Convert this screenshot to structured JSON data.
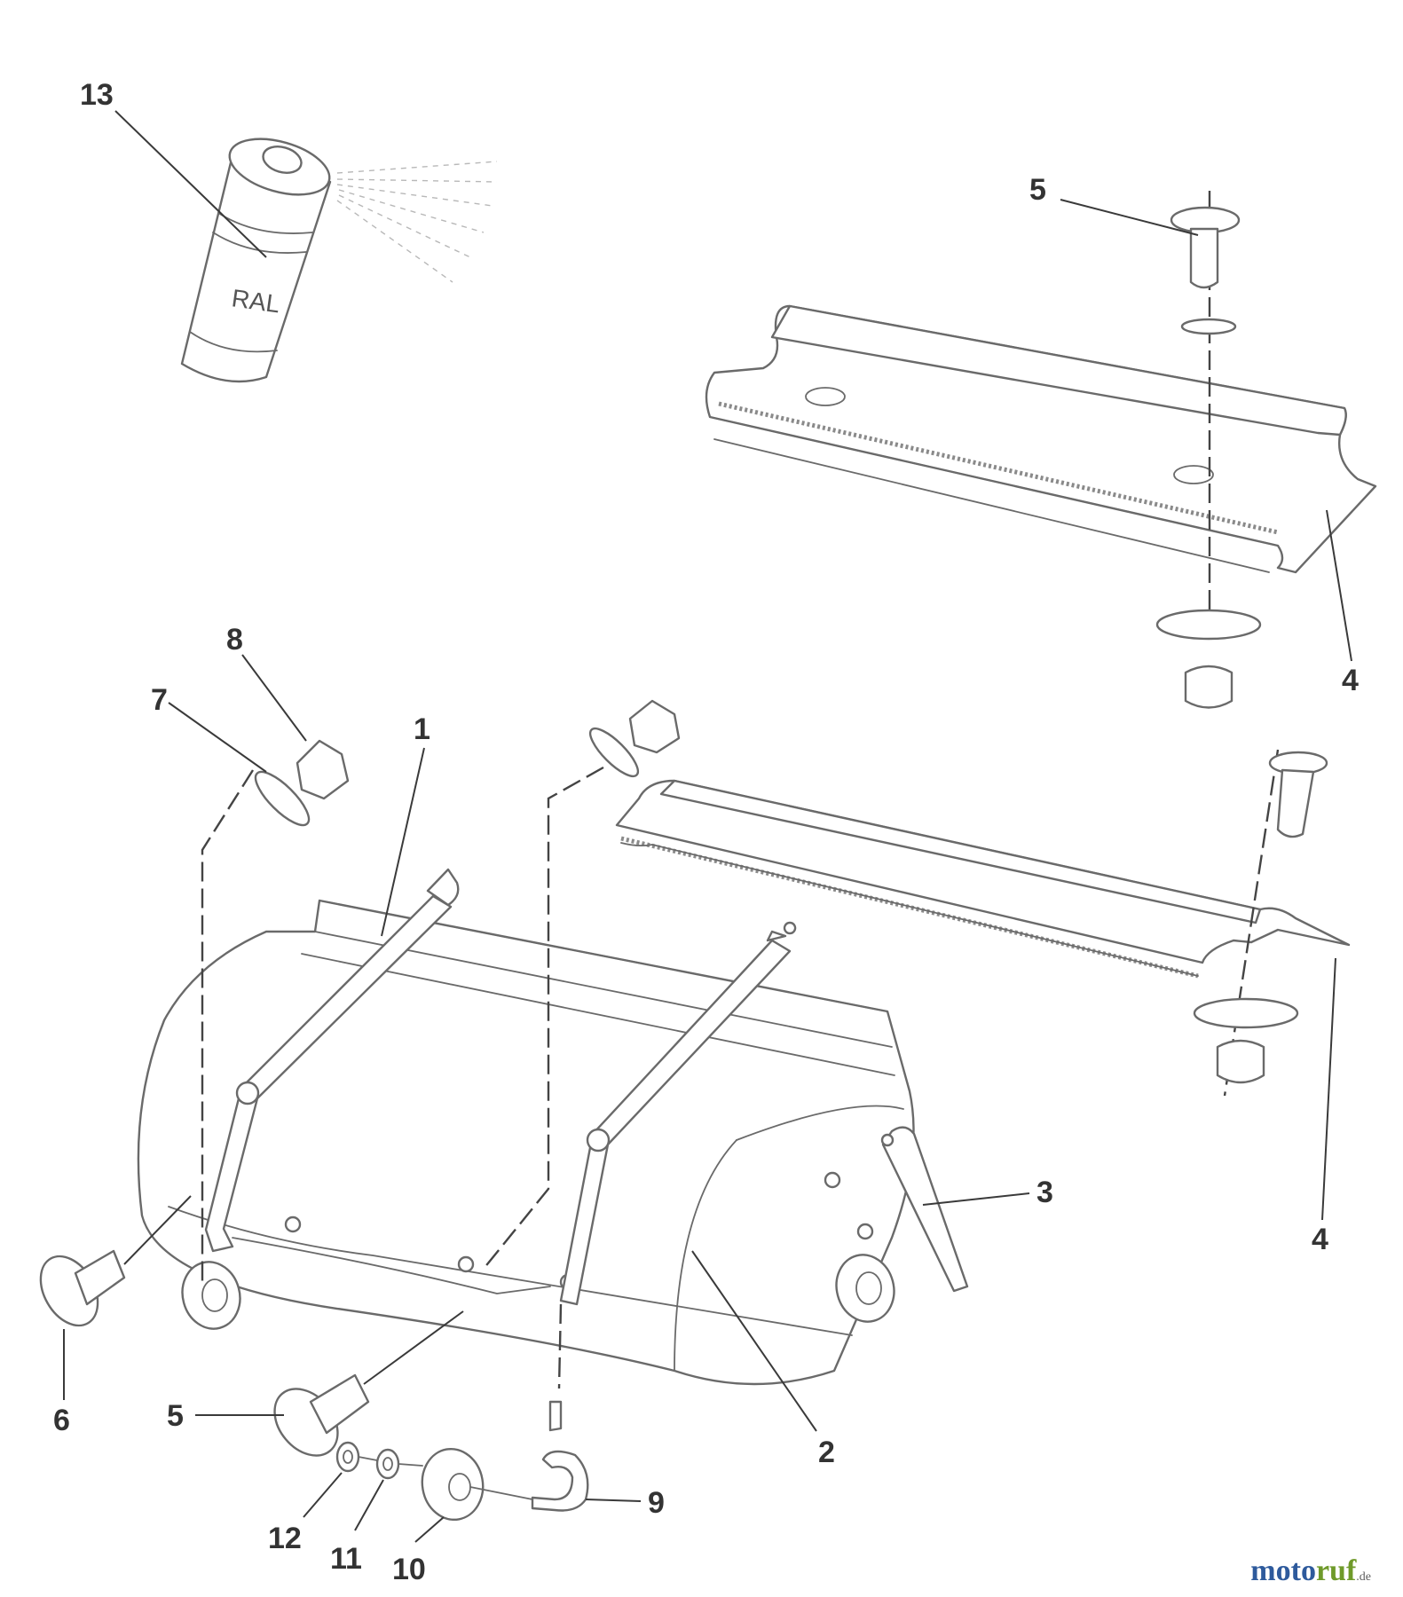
{
  "diagram": {
    "callouts": [
      {
        "id": "1",
        "label": "1"
      },
      {
        "id": "2",
        "label": "2"
      },
      {
        "id": "3",
        "label": "3"
      },
      {
        "id": "4a",
        "label": "4"
      },
      {
        "id": "4b",
        "label": "4"
      },
      {
        "id": "5a",
        "label": "5"
      },
      {
        "id": "5b",
        "label": "5"
      },
      {
        "id": "6",
        "label": "6"
      },
      {
        "id": "7",
        "label": "7"
      },
      {
        "id": "8",
        "label": "8"
      },
      {
        "id": "9",
        "label": "9"
      },
      {
        "id": "10",
        "label": "10"
      },
      {
        "id": "11",
        "label": "11"
      },
      {
        "id": "12",
        "label": "12"
      },
      {
        "id": "13",
        "label": "13"
      }
    ],
    "can_label": "RAL"
  },
  "watermark": {
    "part1": "moto",
    "part2": "ruf",
    "suffix": ".de"
  }
}
